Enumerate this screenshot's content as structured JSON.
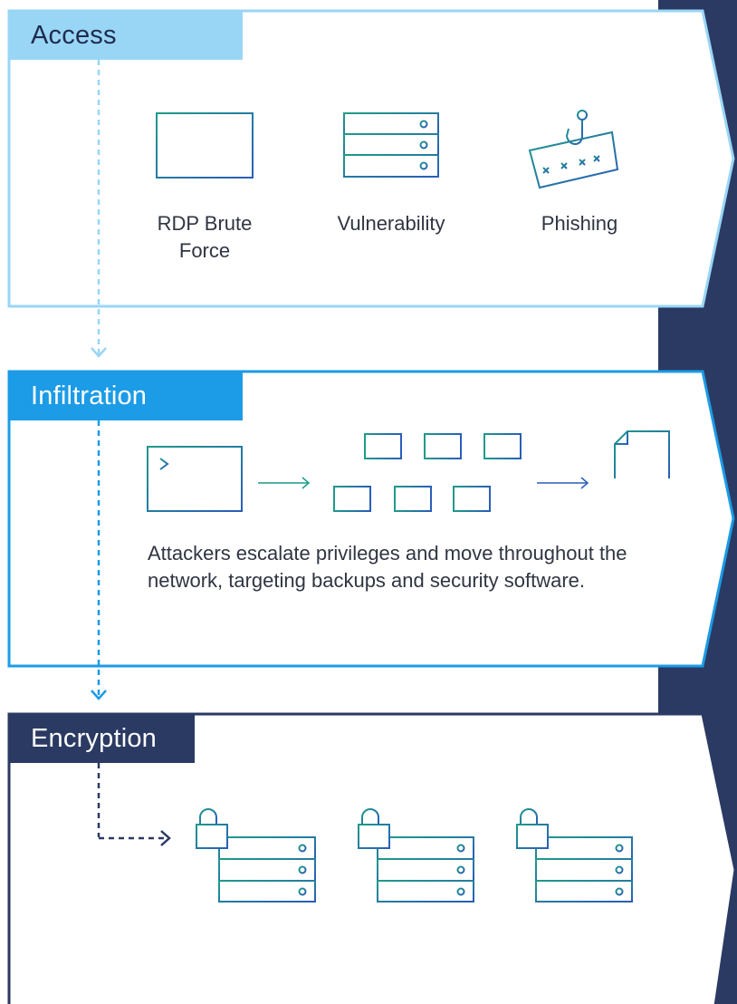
{
  "stages": {
    "access": {
      "title": "Access",
      "methods": [
        {
          "label_line1": "RDP Brute",
          "label_line2": "Force",
          "icon": "monitor-icon"
        },
        {
          "label": "Vulnerability",
          "icon": "server-rack-icon"
        },
        {
          "label": "Phishing",
          "icon": "phishing-hook-icon"
        }
      ]
    },
    "infiltration": {
      "title": "Infiltration",
      "description": "Attackers escalate privileges and move throughout the network, targeting backups and security software.",
      "flow_icons": [
        "terminal-icon",
        "network-topology-icon",
        "shredded-file-icon"
      ]
    },
    "encryption": {
      "title": "Encryption",
      "icons": [
        "locked-server-icon",
        "locked-server-icon",
        "locked-server-icon"
      ]
    }
  },
  "colors": {
    "access_light_blue": "#99d6f6",
    "infiltration_blue": "#1c9be6",
    "encryption_navy": "#2b3a63",
    "icon_teal": "#1f9a8a",
    "icon_blue": "#2a5db8"
  }
}
